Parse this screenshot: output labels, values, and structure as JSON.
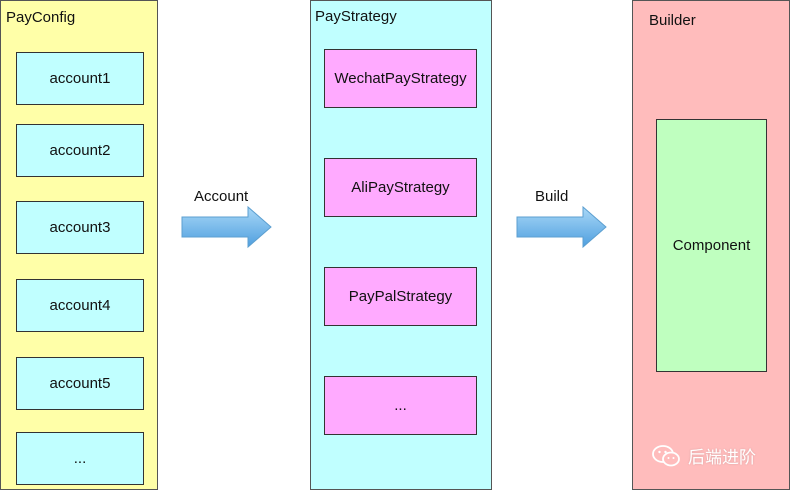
{
  "columns": {
    "payconfig": {
      "title": "PayConfig",
      "items": [
        "account1",
        "account2",
        "account3",
        "account4",
        "account5",
        "..."
      ]
    },
    "paystrategy": {
      "title": "PayStrategy",
      "items": [
        "WechatPayStrategy",
        "AliPayStrategy",
        "PayPalStrategy",
        "..."
      ]
    },
    "builder": {
      "title": "Builder",
      "component": "Component"
    }
  },
  "arrows": {
    "account": "Account",
    "build": "Build"
  },
  "watermark": {
    "text": "后端进阶",
    "icon": "wechat-icon"
  },
  "colors": {
    "payconfig_bg": "#ffffa8",
    "paystrategy_bg": "#c0ffff",
    "builder_bg": "#ffbcbc",
    "item_cyan": "#c0ffff",
    "item_pink": "#ffaaff",
    "component_green": "#bfffbf",
    "arrow_blue": "#6db5ea"
  }
}
